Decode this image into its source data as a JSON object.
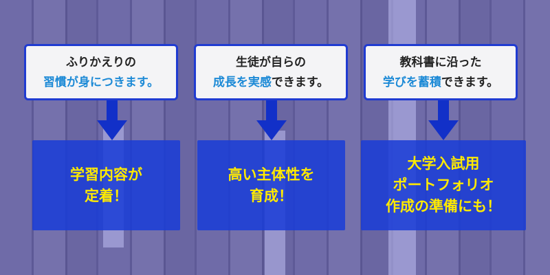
{
  "cards": [
    {
      "top_line1": "ふりかえりの",
      "top_highlight": "習慣が身につきます。",
      "top_rest": "",
      "result_line1": "学習内容が",
      "result_line2": "定着！",
      "result_line3": ""
    },
    {
      "top_line1": "生徒が自らの",
      "top_highlight": "成長を実感",
      "top_rest": "できます。",
      "result_line1": "高い主体性を",
      "result_line2": "育成！",
      "result_line3": ""
    },
    {
      "top_line1": "教科書に沿った",
      "top_highlight": "学びを蓄積",
      "top_rest": "できます。",
      "result_line1": "大学入試用",
      "result_line2": "ポートフォリオ",
      "result_line3": "作成の準備にも！"
    }
  ],
  "colors": {
    "box_border": "#1f3bd1",
    "highlight": "#1d8ad6",
    "result_text": "#ffea00",
    "result_bg": "#193cd7"
  }
}
